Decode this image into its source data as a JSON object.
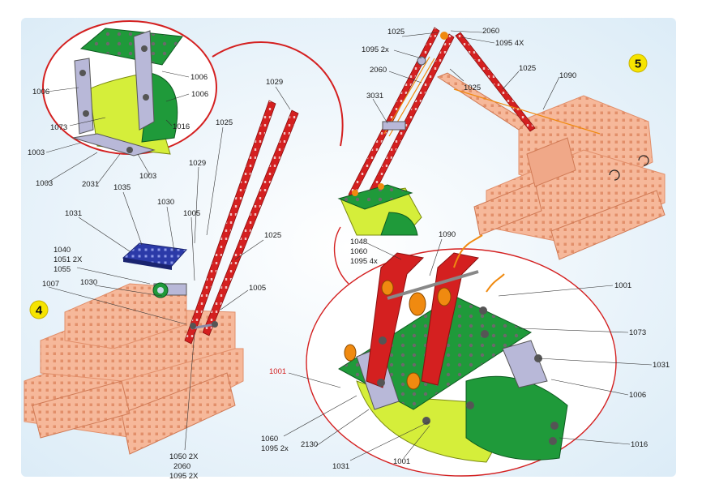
{
  "steps": {
    "four": "4",
    "five": "5"
  },
  "colors": {
    "background": "#eaf4fb",
    "frame": "#f6b89a",
    "girder": "#d42020",
    "plate_green": "#1f9a3a",
    "plate_lime": "#d5ee3a",
    "plate_blue": "#2b3aa8",
    "bracket": "#b8b8d8",
    "callout": "#d42020",
    "wire": "#f08a10"
  },
  "labels": {
    "tl_1006_left": "1006",
    "tl_1006_a": "1006",
    "tl_1006_b": "1006",
    "tl_1073": "1073",
    "tl_1016": "1016",
    "tl_1003_a": "1003",
    "tl_1003_b": "1003",
    "tl_1003_c": "1003",
    "tl_2031": "2031",
    "s4_1029_top": "1029",
    "s4_1025_a": "1025",
    "s4_1029_b": "1029",
    "s4_1035": "1035",
    "s4_1030_a": "1030",
    "s4_1031": "1031",
    "s4_1005_a": "1005",
    "s4_1025_b": "1025",
    "s4_1040": "1040",
    "s4_1051": "1051 2X",
    "s4_1055": "1055",
    "s4_1007": "1007",
    "s4_1030_b": "1030",
    "s4_1005_b": "1005",
    "s4_1050": "1050 2X",
    "s4_2060": "2060",
    "s4_1095": "1095 2X",
    "s5_1025_a": "1025",
    "s5_2060_a": "2060",
    "s5_1095_4x": "1095 4X",
    "s5_1095_2x": "1095 2x",
    "s5_2060_b": "2060",
    "s5_1025_b": "1025",
    "s5_1025_c": "1025",
    "s5_1090_a": "1090",
    "s5_3031": "3031",
    "d_1048": "1048",
    "d_1060_a": "1060",
    "d_1095_4x": "1095 4x",
    "d_1090": "1090",
    "d_1001_a": "1001",
    "d_1073": "1073",
    "d_1001_red": "1001",
    "d_1031_a": "1031",
    "d_1006": "1006",
    "d_1016": "1016",
    "d_1060_b": "1060",
    "d_1095_2x": "1095 2x",
    "d_2130": "2130",
    "d_1031_b": "1031",
    "d_1001_b": "1001"
  }
}
